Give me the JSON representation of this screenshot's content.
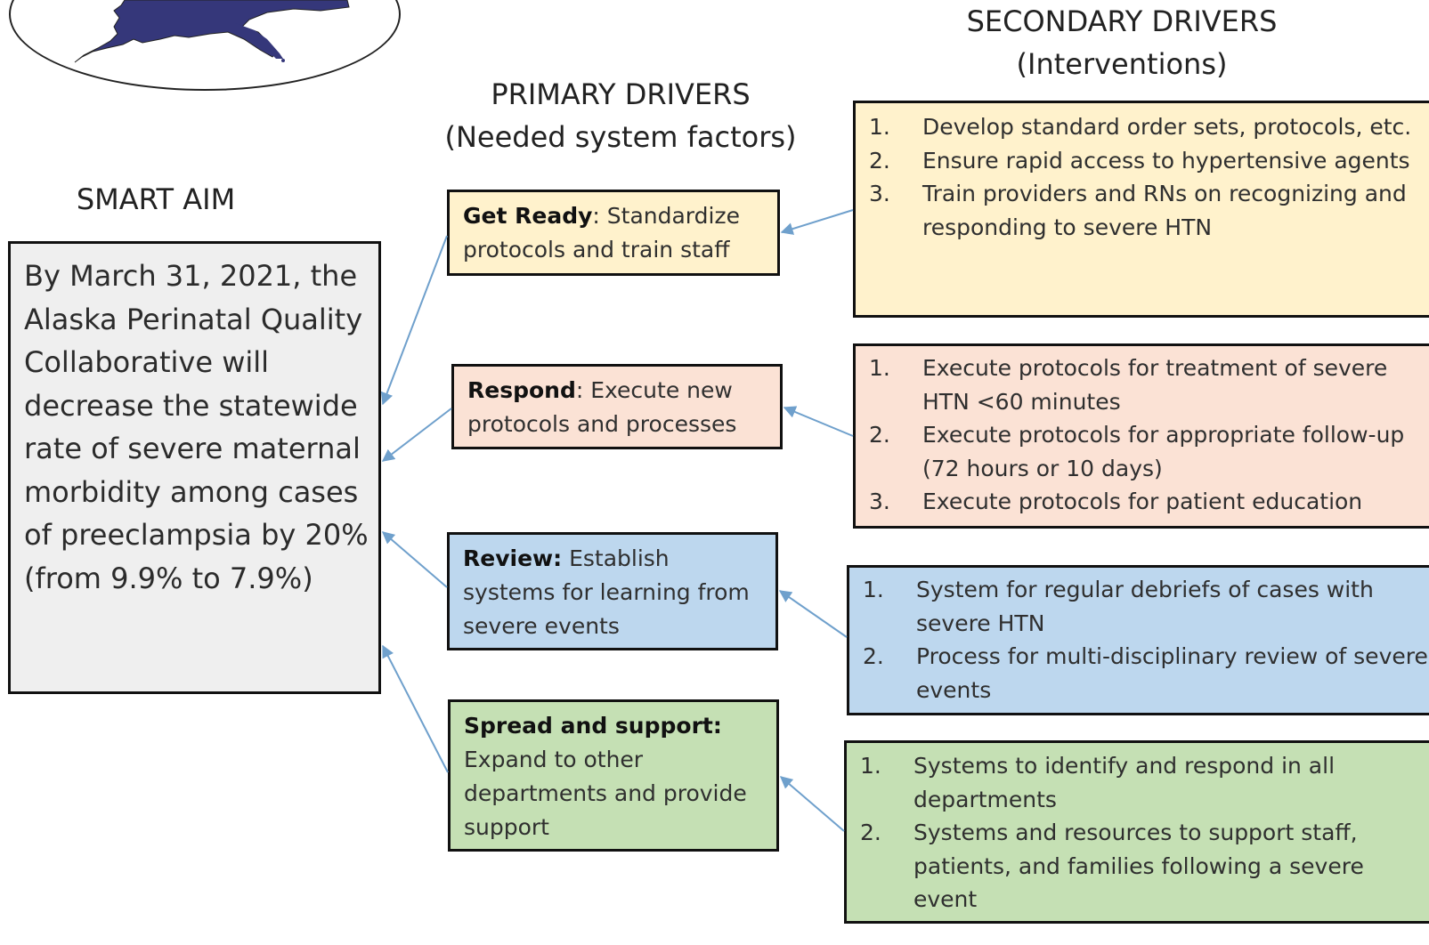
{
  "headers": {
    "secondary_title": "SECONDARY DRIVERS",
    "secondary_subtitle": "(Interventions)",
    "primary_title": "PRIMARY DRIVERS",
    "primary_subtitle": "(Needed system factors)",
    "smart_aim": "SMART AIM"
  },
  "aim": {
    "text": "By March 31, 2021, the Alaska Perinatal Quality Collaborative will decrease the statewide rate of severe maternal morbidity among cases of preeclampsia by 20% (from 9.9% to 7.9%)"
  },
  "primary_drivers": [
    {
      "label": "Get Ready",
      "separator": ": ",
      "text": "Standardize protocols and train staff",
      "color": "#fff2cc"
    },
    {
      "label": "Respond",
      "separator": ": ",
      "text": "Execute new protocols and processes",
      "color": "#fbe2d5"
    },
    {
      "label": "Review:",
      "separator": " ",
      "text": "Establish systems for learning from severe events",
      "color": "#bdd7ee"
    },
    {
      "label": "Spread and support:",
      "separator": " ",
      "text": "Expand to other departments and provide support",
      "color": "#c5e0b4"
    }
  ],
  "secondary_drivers": [
    {
      "color": "#fff2cc",
      "items": [
        {
          "num": "1.",
          "text": "Develop standard order sets, protocols, etc."
        },
        {
          "num": "2.",
          "text": "Ensure rapid access to hypertensive agents"
        },
        {
          "num": "3.",
          "text": "Train providers and RNs on recognizing and responding to severe HTN"
        }
      ]
    },
    {
      "color": "#fbe2d5",
      "items": [
        {
          "num": "1.",
          "text": "Execute protocols for treatment of severe HTN <60 minutes"
        },
        {
          "num": "2.",
          "text": "Execute protocols for appropriate follow-up (72 hours or 10 days)"
        },
        {
          "num": "3.",
          "text": "Execute protocols for patient education"
        }
      ]
    },
    {
      "color": "#bdd7ee",
      "items": [
        {
          "num": "1.",
          "text": "System for regular debriefs of cases with severe HTN"
        },
        {
          "num": "2.",
          "text": "Process for multi-disciplinary review of severe events"
        }
      ]
    },
    {
      "color": "#c5e0b4",
      "items": [
        {
          "num": "1.",
          "text": "Systems to identify and respond in all departments"
        },
        {
          "num": "2.",
          "text": "Systems and resources to support staff, patients, and families following a severe event"
        }
      ]
    }
  ],
  "colors": {
    "arrow": "#6fa0cc",
    "map_fill": "#35377a",
    "aim_fill": "#efefef"
  }
}
